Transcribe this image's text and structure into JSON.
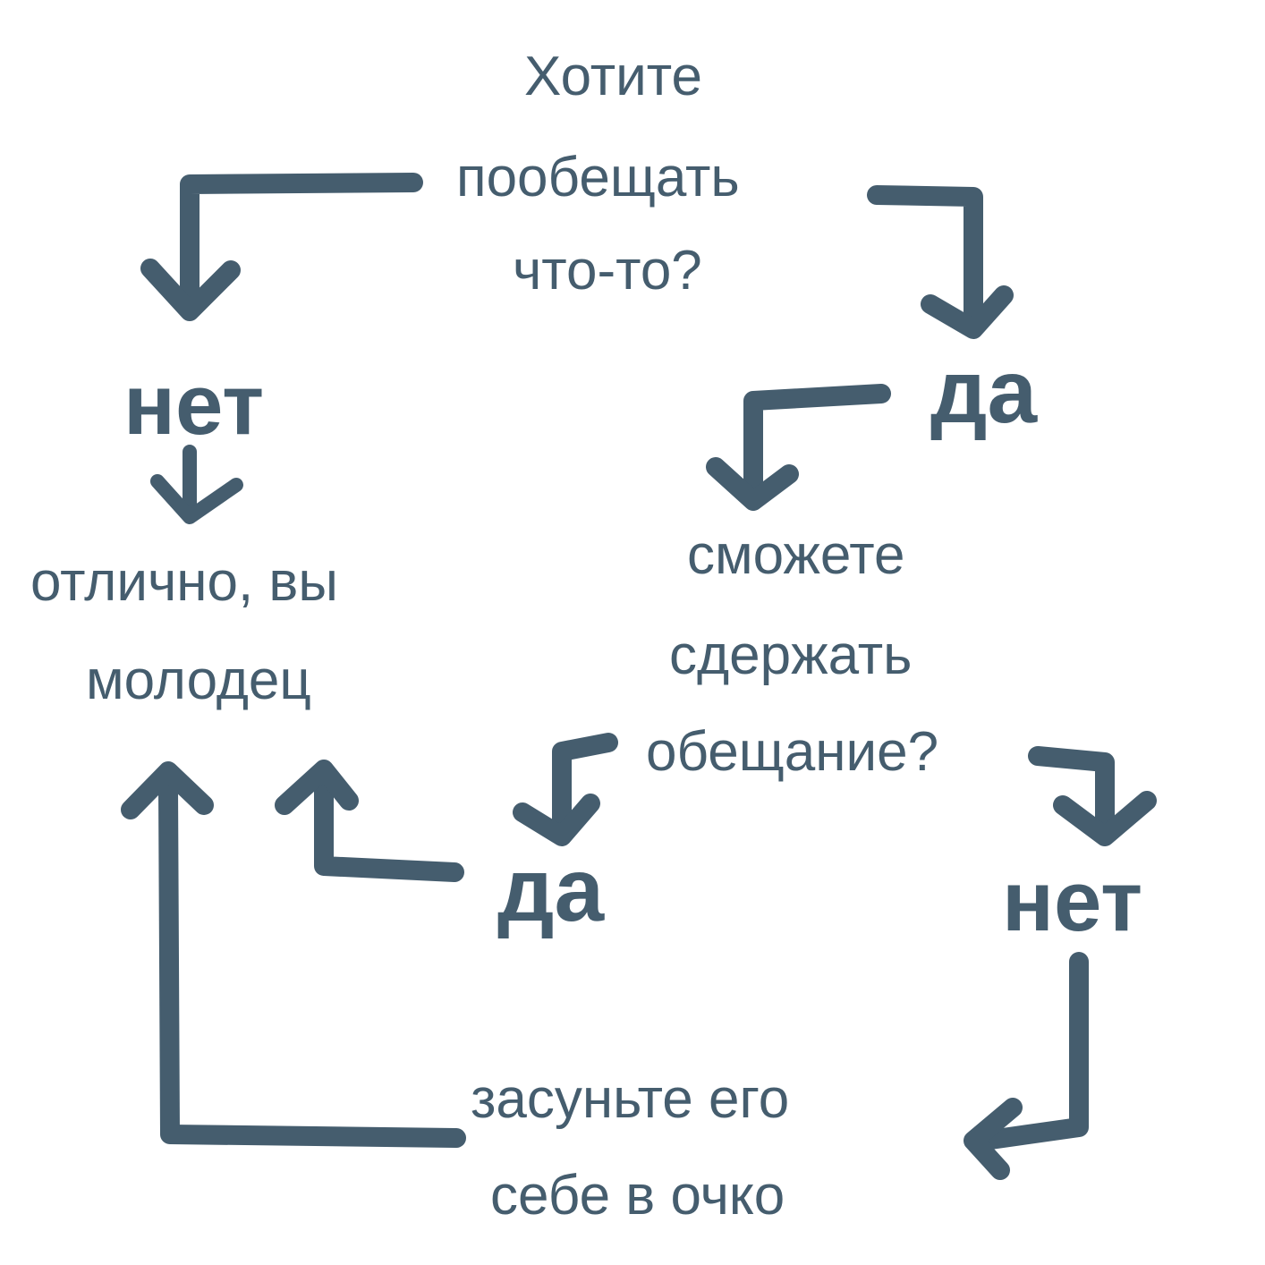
{
  "question1": {
    "line1": "Хотите",
    "line2": "пообещать",
    "line3": "что-то?"
  },
  "answer_no_1": "нет",
  "answer_yes_1": "да",
  "result_good": {
    "line1": "отлично, вы",
    "line2": "молодец"
  },
  "question2": {
    "line1": "сможете",
    "line2": "сдержать",
    "line3": "обещание?"
  },
  "answer_yes_2": "да",
  "answer_no_2": "нет",
  "result_bad": {
    "line1": "засуньте его",
    "line2": "себе в очко"
  },
  "colors": {
    "ink": "#455d6e",
    "background": "#ffffff"
  }
}
